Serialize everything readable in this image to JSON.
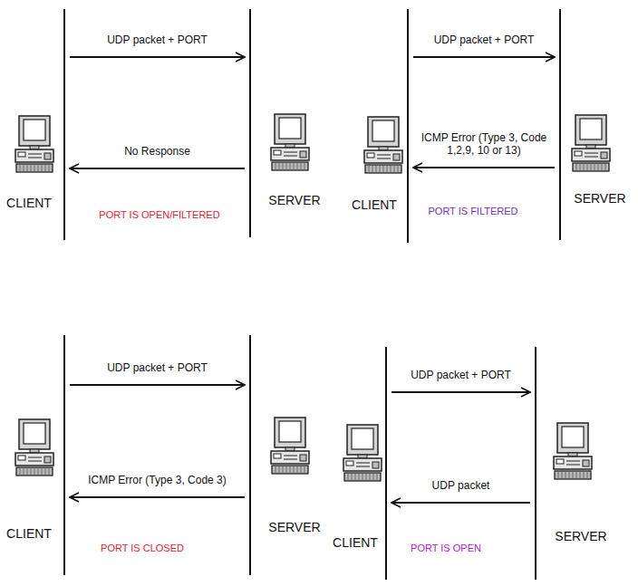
{
  "diagram": {
    "nodes": [
      {
        "text": [
          "CLIENT"
        ]
      },
      {
        "text": [
          "SERVER"
        ]
      },
      {
        "text": [
          "CLIENT"
        ]
      },
      {
        "text": [
          "SERVER"
        ]
      },
      {
        "text": [
          "CLIENT"
        ]
      },
      {
        "text": [
          "SERVER"
        ]
      },
      {
        "text": [
          "CLIENT"
        ]
      },
      {
        "text": [
          "SERVER"
        ]
      }
    ],
    "edges": [
      {
        "from": 0,
        "to": 1,
        "label": "UDP packet + PORT",
        "arrow": "to"
      },
      {
        "from": 1,
        "to": 0,
        "label": "No Response",
        "arrow": "to"
      },
      {
        "from": 2,
        "to": 3,
        "label": "UDP packet + PORT",
        "arrow": "to"
      },
      {
        "from": 3,
        "to": 2,
        "label": "ICMP Error (Type 3, Code 1,2,9, 10 or 13)",
        "arrow": "to"
      },
      {
        "from": 4,
        "to": 5,
        "label": "UDP packet + PORT",
        "arrow": "to"
      },
      {
        "from": 5,
        "to": 4,
        "label": "ICMP Error (Type 3, Code 3)",
        "arrow": "to"
      },
      {
        "from": 6,
        "to": 7,
        "label": "UDP packet + PORT",
        "arrow": "to"
      },
      {
        "from": 7,
        "to": 6,
        "label": "UDP packet",
        "arrow": "to"
      }
    ],
    "labels": [
      "PORT IS OPEN/FILTERED",
      "PORT IS FILTERED",
      "PORT IS CLOSED",
      "PORT IS OPEN"
    ]
  }
}
